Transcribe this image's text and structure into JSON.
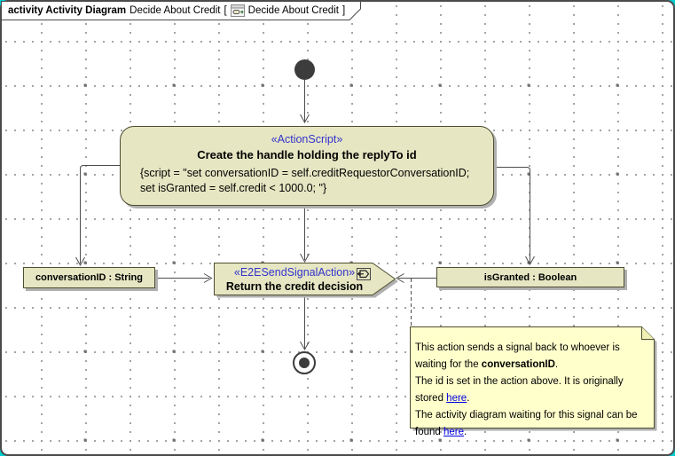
{
  "tab": {
    "keyword": "activity Activity Diagram",
    "diagram_name": "Decide About Credit",
    "bracket_open": "[",
    "frame_name": "Decide About Credit",
    "bracket_close": "]",
    "icon": "activity-diagram-icon"
  },
  "action_node": {
    "stereotype": "«ActionScript»",
    "name": "Create the handle holding the replyTo id",
    "script_lines": [
      "{script = \"set conversationID = self.creditRequestorConversationID;",
      "set isGranted = self.credit < 1000.0; \"}"
    ]
  },
  "pins": {
    "left": {
      "label": "conversationID : String"
    },
    "right": {
      "label": "isGranted : Boolean"
    }
  },
  "send_signal_node": {
    "stereotype": "«E2ESendSignalAction»",
    "name": "Return the credit decision",
    "icon": "send-signal-icon"
  },
  "note": {
    "segments": [
      {
        "t": "This action sends a signal back to whoever is waiting for the "
      },
      {
        "t": "conversationID",
        "bold": true
      },
      {
        "t": "."
      },
      {
        "br": true
      },
      {
        "t": "The id is set in the action above. It is originally stored "
      },
      {
        "t": "here",
        "link": true
      },
      {
        "t": "."
      },
      {
        "br": true
      },
      {
        "t": "The activity diagram waiting for this signal can be found "
      },
      {
        "t": "here",
        "link": true
      },
      {
        "t": "."
      }
    ]
  },
  "colors": {
    "node_fill": "#e6e6c3",
    "note_fill": "#ffffcc",
    "stereotype_blue": "#3333cc",
    "link_blue": "#0000e0",
    "node_border": "#4d4d30",
    "edge_line": "#4d4d4d",
    "shadow": "#b0b0b0",
    "window_corner": "#00cfcf"
  }
}
